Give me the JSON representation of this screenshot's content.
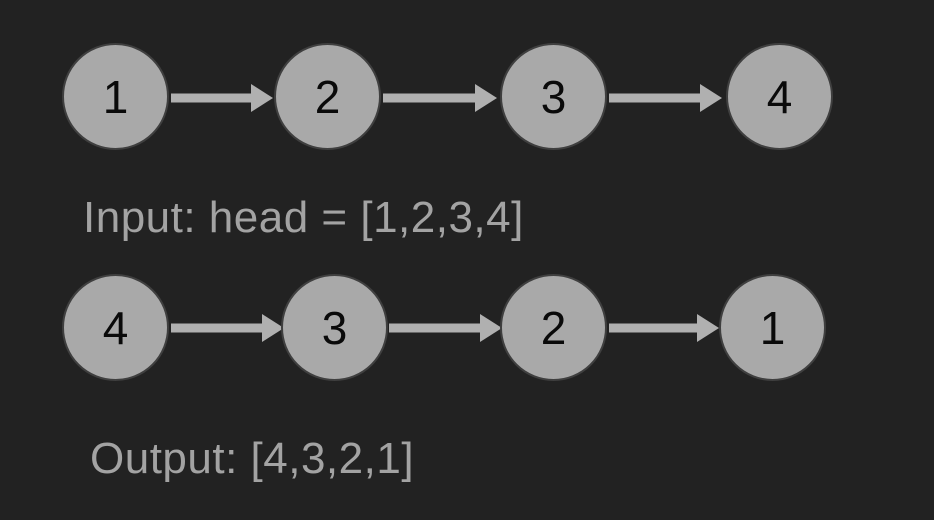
{
  "diagram": {
    "input": {
      "nodes": [
        {
          "value": "1"
        },
        {
          "value": "2"
        },
        {
          "value": "3"
        },
        {
          "value": "4"
        }
      ],
      "caption": "Input: head = [1,2,3,4]"
    },
    "output": {
      "nodes": [
        {
          "value": "4"
        },
        {
          "value": "3"
        },
        {
          "value": "2"
        },
        {
          "value": "1"
        }
      ],
      "caption": "Output: [4,3,2,1]"
    }
  },
  "colors": {
    "background": "#222222",
    "node-fill": "#a9a9a9",
    "node-border": "#3f3f3f",
    "node-text": "#0a0a0a",
    "arrow": "#b0b0b0",
    "caption": "#a3a3a3"
  }
}
